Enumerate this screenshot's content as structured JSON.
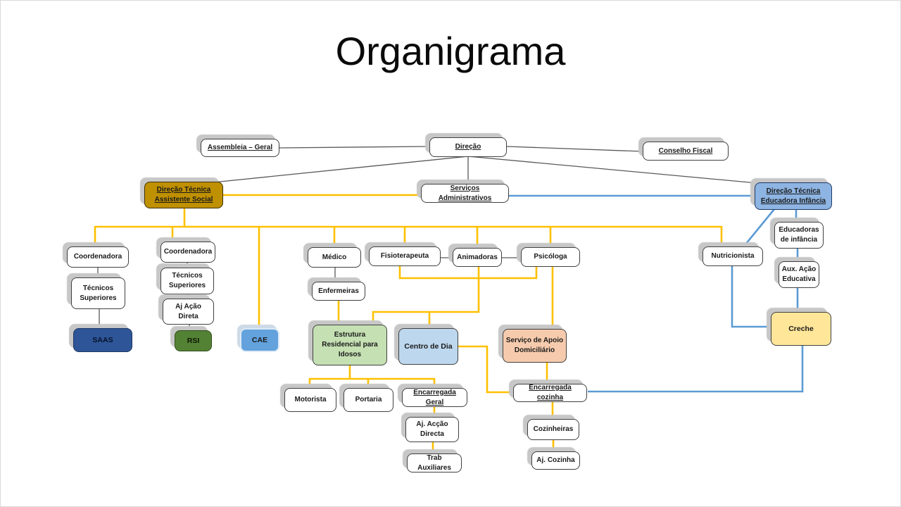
{
  "title": "Organigrama",
  "colors": {
    "line_yellow": "#FFC000",
    "line_blue": "#5B9BD5",
    "line_gray": "#595959",
    "box_gold": "#BF9000",
    "box_dtei_blue": "#8DB4E2",
    "box_saas_navy": "#2E5597",
    "box_rsi_green": "#548235",
    "box_cae_blue": "#63A2DC",
    "box_light_green": "#C5E0B3",
    "box_light_blue": "#BDD7EE",
    "box_salmon": "#F6CBAD",
    "box_cream_yellow": "#FFE699"
  },
  "nodes": {
    "assembleia": {
      "label": "Assembleia – Geral"
    },
    "direcao": {
      "label": "Direção"
    },
    "conselho_fiscal": {
      "label": "Conselho Fiscal"
    },
    "dt_assistente_social": {
      "label": "Direção Técnica\nAssistente Social"
    },
    "servicos_administrativos": {
      "label": "Serviços Administrativos"
    },
    "dt_educadora_infancia": {
      "label": "Direção Técnica\nEducadora Infância"
    },
    "coordenadora1": {
      "label": "Coordenadora"
    },
    "coordenadora2": {
      "label": "Coordenadora"
    },
    "tecnicos_superiores1": {
      "label": "Técnicos\nSuperiores"
    },
    "tecnicos_superiores2": {
      "label": "Técnicos\nSuperiores"
    },
    "aj_acao_direta": {
      "label": "Aj Ação\nDireta"
    },
    "saas": {
      "label": "SAAS"
    },
    "rsi": {
      "label": "RSI"
    },
    "cae": {
      "label": "CAE"
    },
    "medico": {
      "label": "Médico"
    },
    "enfermeiras": {
      "label": "Enfermeiras"
    },
    "fisioterapeuta": {
      "label": "Fisioterapeuta"
    },
    "animadoras": {
      "label": "Animadoras"
    },
    "psicologa": {
      "label": "Psicóloga"
    },
    "nutricionista": {
      "label": "Nutricionista"
    },
    "educadoras_infancia": {
      "label": "Educadoras\nde infância"
    },
    "aux_acao_educativa": {
      "label": "Aux. Ação\nEducativa"
    },
    "creche": {
      "label": "Creche"
    },
    "estrutura_residencial": {
      "label": "Estrutura\nResidencial para\nIdosos"
    },
    "centro_de_dia": {
      "label": "Centro de Dia"
    },
    "servico_apoio_domiciliario": {
      "label": "Serviço de Apoio\nDomiciliário"
    },
    "motorista": {
      "label": "Motorista"
    },
    "portaria": {
      "label": "Portaria"
    },
    "encarregada_geral": {
      "label": "Encarregada Geral"
    },
    "encarregada_cozinha": {
      "label": "Encarregada cozinha"
    },
    "aj_accao_directa": {
      "label": "Aj. Acção\nDirecta"
    },
    "trab_auxiliares": {
      "label": "Trab Auxiliares"
    },
    "cozinheiras": {
      "label": "Cozinheiras"
    },
    "aj_cozinha": {
      "label": "Aj. Cozinha"
    }
  }
}
